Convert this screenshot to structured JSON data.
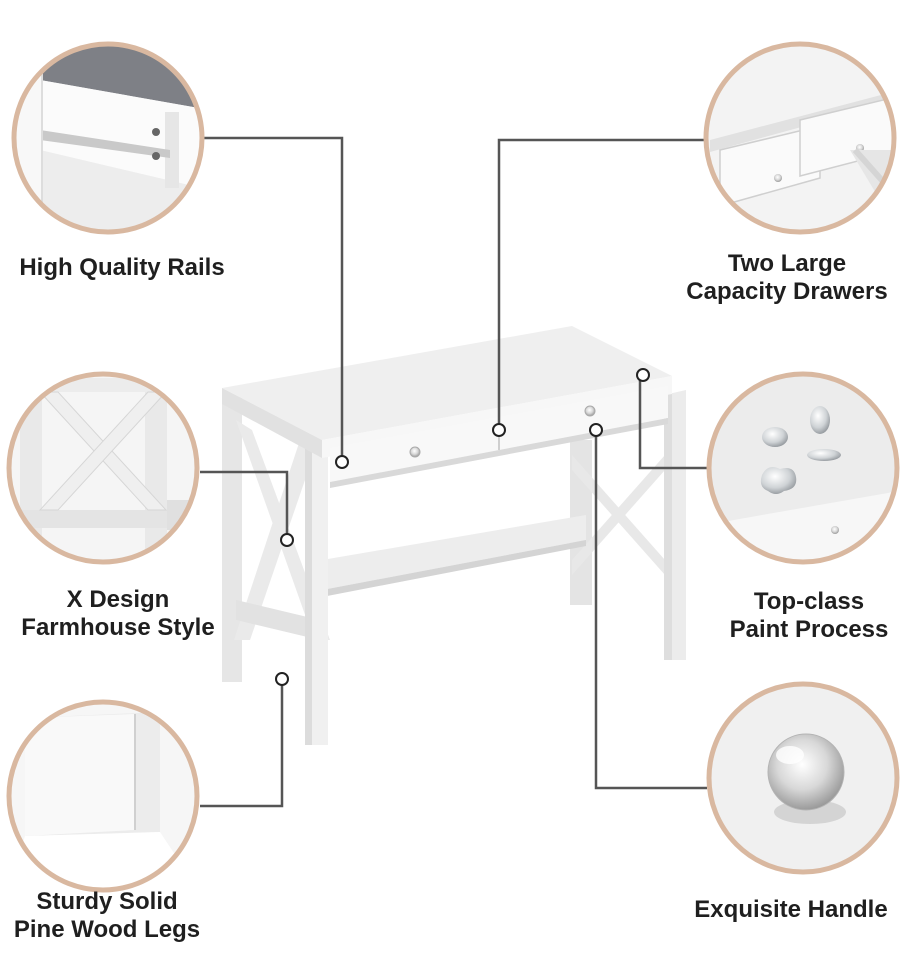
{
  "features": [
    {
      "id": "rails",
      "lines": [
        "High Quality Rails"
      ]
    },
    {
      "id": "x-design",
      "lines": [
        "X Design",
        "Farmhouse Style"
      ]
    },
    {
      "id": "legs",
      "lines": [
        "Sturdy Solid",
        "Pine Wood Legs"
      ]
    },
    {
      "id": "drawers",
      "lines": [
        "Two Large",
        "Capacity Drawers"
      ]
    },
    {
      "id": "paint",
      "lines": [
        "Top-class",
        "Paint Process"
      ]
    },
    {
      "id": "handle",
      "lines": [
        "Exquisite Handle"
      ]
    }
  ],
  "colors": {
    "circle_ring": "#d9b8a0",
    "connector": "#555555",
    "desk_top": "#ededed",
    "desk_front": "#f6f6f6",
    "desk_shadow": "#dcdcdc",
    "label_text": "#1f1f1f"
  }
}
